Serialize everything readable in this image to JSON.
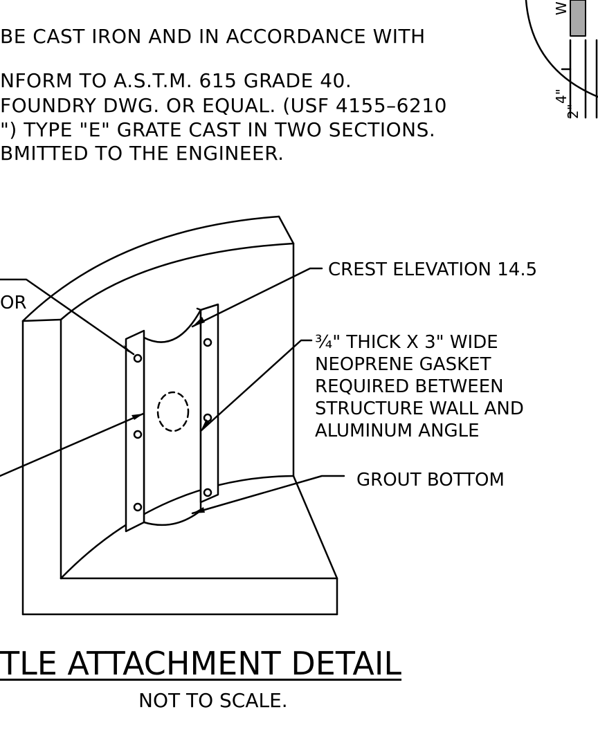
{
  "notes": [
    "BE CAST IRON AND IN ACCORDANCE WITH",
    "NFORM TO A.S.T.M. 615 GRADE 40.",
    " FOUNDRY DWG. OR EQUAL. (USF 4155–6210",
    "\") TYPE \"E\" GRATE CAST IN TWO SECTIONS.",
    "BMITTED TO THE ENGINEER."
  ],
  "labels": {
    "crest": "CREST ELEVATION 14.5",
    "gasket": [
      "¾\" THICK X 3\" WIDE",
      "NEOPRENE GASKET",
      "REQUIRED BETWEEN",
      "STRUCTURE WALL AND",
      "ALUMINUM ANGLE"
    ],
    "grout": "GROUT BOTTOM",
    "left_partial": "OR"
  },
  "inset": {
    "label_w": "W",
    "dim_a": "4\"",
    "dim_b": "2\""
  },
  "title": "TLE ATTACHMENT DETAIL",
  "subtitle": "NOT TO SCALE."
}
